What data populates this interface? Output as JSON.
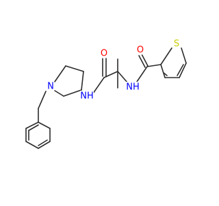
{
  "molecule": {
    "atoms": {
      "O_amide1": {
        "symbol": "O",
        "color": "#ff0000"
      },
      "O_amide2": {
        "symbol": "O",
        "color": "#ff0000"
      },
      "S_thiophene": {
        "symbol": "S",
        "color": "#cccc00"
      },
      "NH_pyrrolidine_amide": {
        "symbol": "NH",
        "color": "#0000ff"
      },
      "NH_thiophene_amide": {
        "symbol": "NH",
        "color": "#0000ff"
      },
      "N_pyrrolidine": {
        "symbol": "N",
        "color": "#0000ff"
      }
    },
    "bond_color": "#2b2b2b"
  }
}
